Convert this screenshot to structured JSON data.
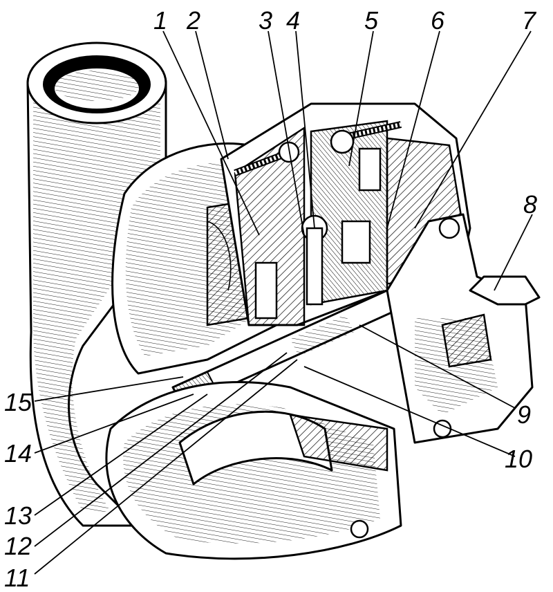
{
  "diagram": {
    "line_color": "#000000",
    "background": "#ffffff",
    "callouts": [
      {
        "id": "1",
        "label": "1"
      },
      {
        "id": "2",
        "label": "2"
      },
      {
        "id": "3",
        "label": "3"
      },
      {
        "id": "4",
        "label": "4"
      },
      {
        "id": "5",
        "label": "5"
      },
      {
        "id": "6",
        "label": "6"
      },
      {
        "id": "7",
        "label": "7"
      },
      {
        "id": "8",
        "label": "8"
      },
      {
        "id": "9",
        "label": "9"
      },
      {
        "id": "10",
        "label": "10"
      },
      {
        "id": "11",
        "label": "11"
      },
      {
        "id": "12",
        "label": "12"
      },
      {
        "id": "13",
        "label": "13"
      },
      {
        "id": "14",
        "label": "14"
      },
      {
        "id": "15",
        "label": "15"
      }
    ]
  }
}
